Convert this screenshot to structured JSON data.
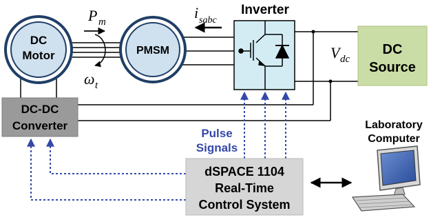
{
  "colors": {
    "motor_fill": "#cfe0ef",
    "motor_ring": "#1f3f66",
    "inverter_fill": "#d3ecf4",
    "source_fill": "#cbdda6",
    "converter_fill": "#9a9a9a",
    "dspace_fill": "#d6d6d6",
    "signal_blue": "#3548a8",
    "wire": "#000000"
  },
  "labels": {
    "dc_motor_line1": "DC",
    "dc_motor_line2": "Motor",
    "pmsm": "PMSM",
    "inverter": "Inverter",
    "dc_source_line1": "DC",
    "dc_source_line2": "Source",
    "converter_line1": "DC-DC",
    "converter_line2": "Converter",
    "pulse_line1": "Pulse",
    "pulse_line2": "Signals",
    "dspace_line1": "dSPACE 1104",
    "dspace_line2": "Real-Time",
    "dspace_line3": "Control System",
    "lab_line1": "Laboratory",
    "lab_line2": "Computer"
  },
  "symbols": {
    "pm_base": "P",
    "pm_sub": "m",
    "omega_base": "ω",
    "omega_sub": "t",
    "isabc_base": "i",
    "isabc_sub": "sabc",
    "vdc_base": "V",
    "vdc_sub": "dc"
  },
  "icons": [
    "rotation-icon",
    "igbt-switch-icon",
    "diode-icon",
    "computer-icon",
    "bidirectional-arrow-icon"
  ]
}
